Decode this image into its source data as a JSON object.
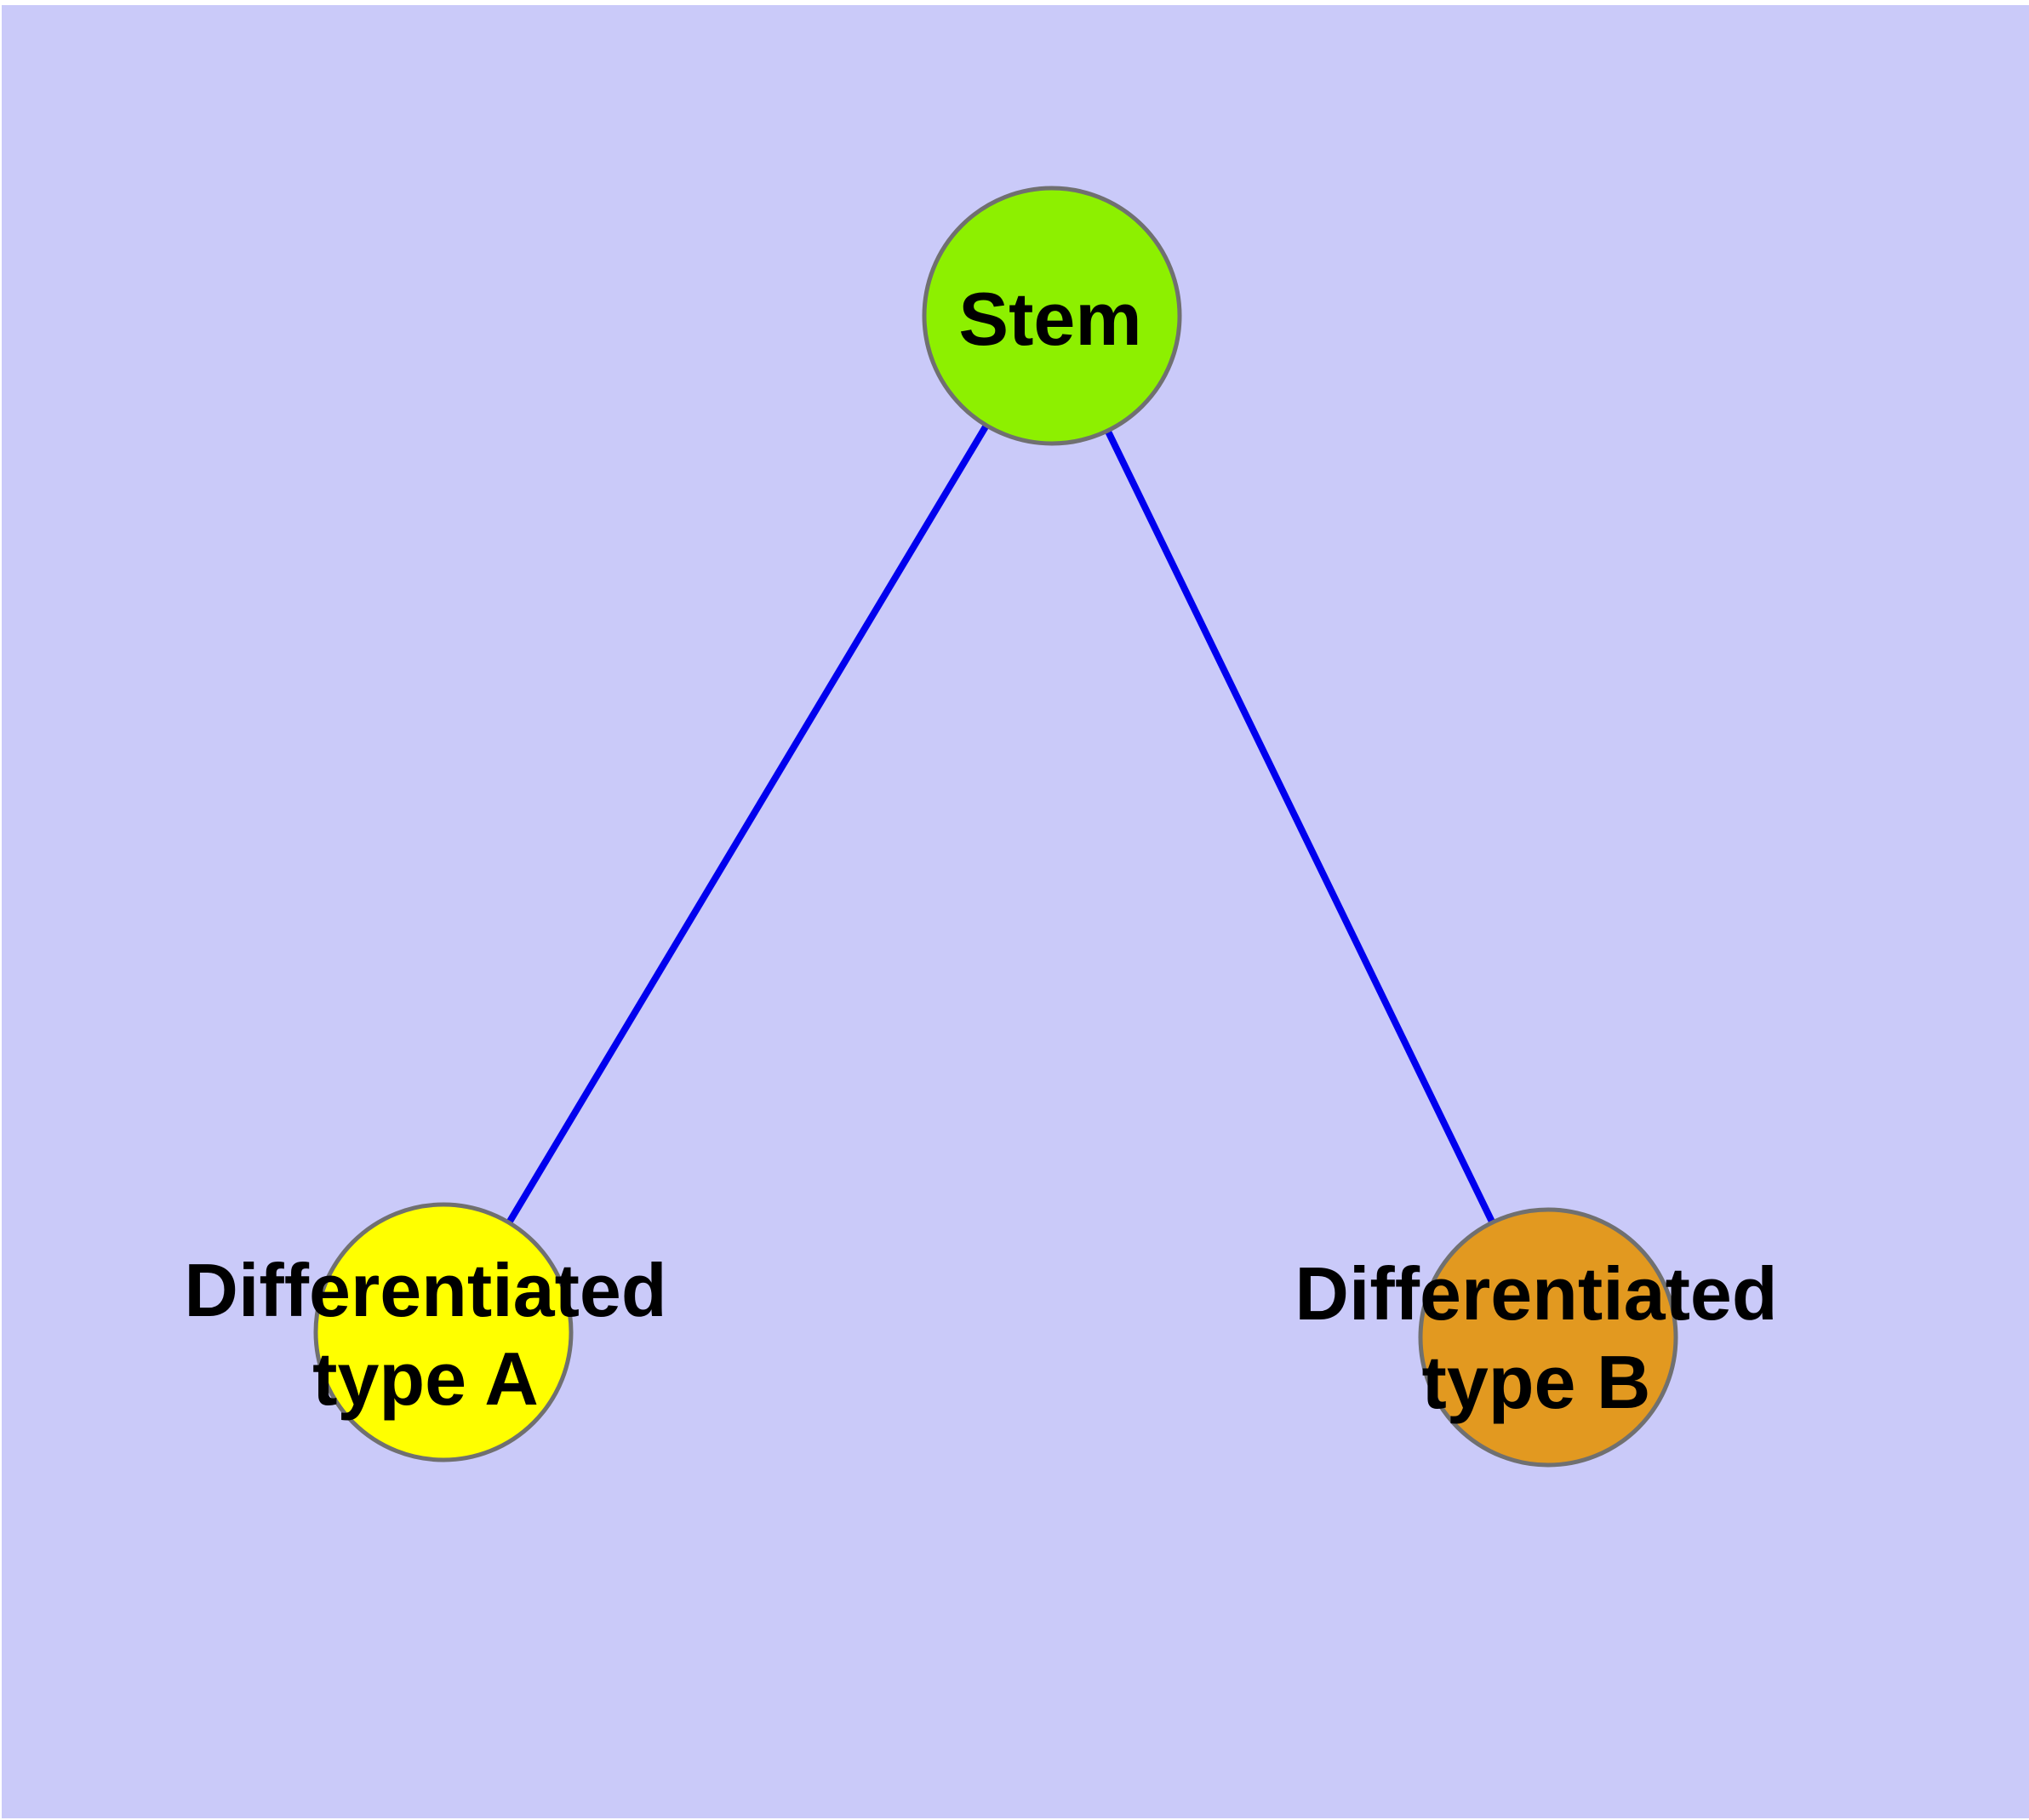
{
  "diagram": {
    "type": "graph",
    "description_nodes_count": 3,
    "description_edges_count": 2
  },
  "nodes": {
    "stem": {
      "label": "Stem",
      "color": "#8DF000"
    },
    "type_a": {
      "label_line1": "Differentiated",
      "label_line2": "type A",
      "color": "#FFFF00"
    },
    "type_b": {
      "label_line1": "Differentiated",
      "label_line2": "type B",
      "color": "#E29920"
    }
  },
  "edges": [
    {
      "from": "stem",
      "to": "type_a"
    },
    {
      "from": "stem",
      "to": "type_b"
    }
  ],
  "colors": {
    "background": "#CACAF9",
    "page_margin": "#FFFFFF",
    "edge": "#0000EE",
    "node_border": "#707070",
    "label_text": "#000000"
  }
}
